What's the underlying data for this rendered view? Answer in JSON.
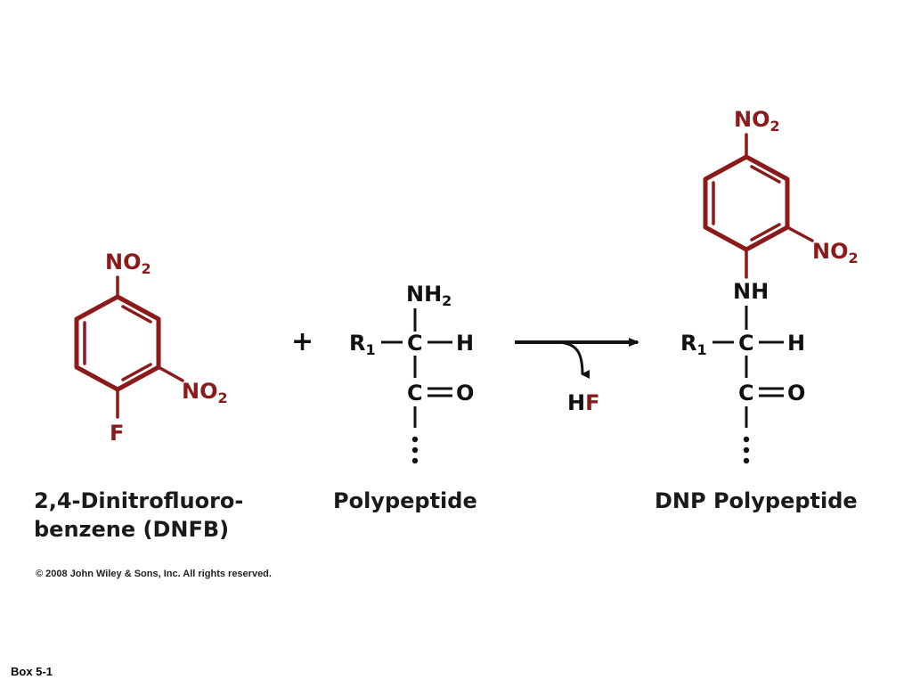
{
  "reactant1": {
    "substituent_top": "NO",
    "substituent_top_sub": "2",
    "substituent_right": "NO",
    "substituent_right_sub": "2",
    "substituent_bottom": "F",
    "caption_line1": "2,4-Dinitrofluoro-",
    "caption_line2": "benzene (DNFB)"
  },
  "plus_sign": "+",
  "reactant2": {
    "amine": "NH",
    "amine_sub": "2",
    "r_group": "R",
    "r_group_sub": "1",
    "alpha_carbon": "C",
    "hydrogen": "H",
    "carbonyl_carbon": "C",
    "carbonyl_oxygen": "O",
    "caption": "Polypeptide"
  },
  "byproduct": {
    "h": "H",
    "f": "F"
  },
  "product": {
    "substituent_top": "NO",
    "substituent_top_sub": "2",
    "substituent_right": "NO",
    "substituent_right_sub": "2",
    "linker": "NH",
    "r_group": "R",
    "r_group_sub": "1",
    "alpha_carbon": "C",
    "hydrogen": "H",
    "carbonyl_carbon": "C",
    "carbonyl_oxygen": "O",
    "caption": "DNP Polypeptide"
  },
  "copyright": "© 2008 John Wiley & Sons, Inc. All rights reserved.",
  "box_label": "Box 5-1",
  "colors": {
    "reagent_red": "#8b1a1a",
    "text_black": "#111111"
  }
}
